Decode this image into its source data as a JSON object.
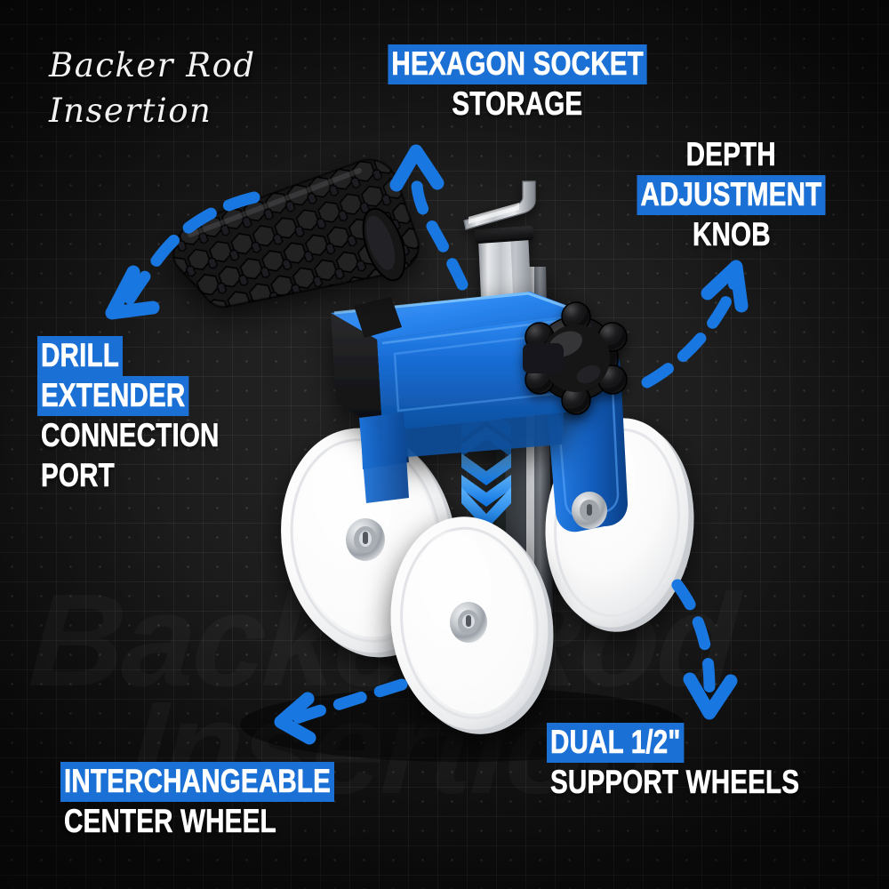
{
  "page": {
    "title_script": [
      "Backer Rod",
      "Insertion"
    ],
    "watermark": [
      "Backer Rod",
      "Insertion"
    ],
    "background_color": "#141414",
    "accent_blue": "#1b70d6",
    "arrow_blue": "#1877e0",
    "text_color": "#ffffff"
  },
  "callouts": [
    {
      "id": "hexagon-socket-storage",
      "lines": [
        {
          "words": [
            {
              "text": "HEXAGON SOCKET",
              "highlight": true
            }
          ]
        },
        {
          "words": [
            {
              "text": "STORAGE",
              "highlight": false
            }
          ]
        }
      ]
    },
    {
      "id": "depth-adjustment-knob",
      "lines": [
        {
          "words": [
            {
              "text": "DEPTH",
              "highlight": false
            }
          ]
        },
        {
          "words": [
            {
              "text": "ADJUSTMENT",
              "highlight": true
            }
          ]
        },
        {
          "words": [
            {
              "text": "KNOB",
              "highlight": false
            }
          ]
        }
      ]
    },
    {
      "id": "drill-extender-connection-port",
      "lines": [
        {
          "words": [
            {
              "text": "DRILL",
              "highlight": true
            }
          ]
        },
        {
          "words": [
            {
              "text": "EXTENDER",
              "highlight": true
            }
          ]
        },
        {
          "words": [
            {
              "text": "CONNECTION",
              "highlight": false
            }
          ]
        },
        {
          "words": [
            {
              "text": "PORT",
              "highlight": false
            }
          ]
        }
      ]
    },
    {
      "id": "interchangeable-center-wheel",
      "lines": [
        {
          "words": [
            {
              "text": "INTERCHANGEABLE",
              "highlight": true
            }
          ]
        },
        {
          "words": [
            {
              "text": "CENTER WHEEL",
              "highlight": false
            }
          ]
        }
      ]
    },
    {
      "id": "dual-support-wheels",
      "lines": [
        {
          "words": [
            {
              "text": "DUAL 1/2\"",
              "highlight": true
            }
          ]
        },
        {
          "words": [
            {
              "text": "SUPPORT WHEELS",
              "highlight": false
            }
          ]
        }
      ]
    }
  ],
  "labels": {
    "hex_line1": "HEXAGON SOCKET",
    "hex_line2": "STORAGE",
    "depth_line1": "DEPTH",
    "depth_line2": "ADJUSTMENT",
    "depth_line3": "KNOB",
    "drill_line1": "DRILL",
    "drill_line2": "EXTENDER",
    "drill_line3": "CONNECTION",
    "drill_line4": "PORT",
    "inter_line1": "INTERCHANGEABLE",
    "inter_line2": "CENTER WHEEL",
    "dual_line1": "DUAL 1/2\"",
    "dual_line2": "SUPPORT WHEELS",
    "title_line1": "Backer Rod",
    "title_line2": "Insertion",
    "watermark_line1": "Backer Rod",
    "watermark_line2": "Insertion"
  },
  "product": {
    "name": "backer-rod-insertion-tool",
    "parts": [
      {
        "name": "rubber-grip-handle",
        "color": "#1a1a1a"
      },
      {
        "name": "blue-body-housing",
        "color": "#1565c9"
      },
      {
        "name": "hex-key-allen-wrench",
        "color": "#d8dade"
      },
      {
        "name": "socket-storage-post",
        "color": "#c9ccd1"
      },
      {
        "name": "depth-adjustment-knob",
        "color": "#121212"
      },
      {
        "name": "vertical-shaft",
        "color": "#4b4f55"
      },
      {
        "name": "support-wheel-left",
        "color": "#fbfbfb"
      },
      {
        "name": "support-wheel-right",
        "color": "#fbfbfb"
      },
      {
        "name": "center-wheel",
        "color": "#fbfbfb"
      },
      {
        "name": "hub-bolt",
        "color": "#b9bcc2"
      },
      {
        "name": "chevron-arrows",
        "color": "#1f8ef4"
      }
    ]
  },
  "arrows": [
    {
      "name": "arrow-to-drill-extender-port",
      "direction": "down-left"
    },
    {
      "name": "arrow-to-hexagon-socket-storage",
      "direction": "up"
    },
    {
      "name": "arrow-to-depth-adjustment-knob",
      "direction": "up-right"
    },
    {
      "name": "arrow-to-center-wheel",
      "direction": "down-left"
    },
    {
      "name": "arrow-to-support-wheels",
      "direction": "down"
    }
  ]
}
